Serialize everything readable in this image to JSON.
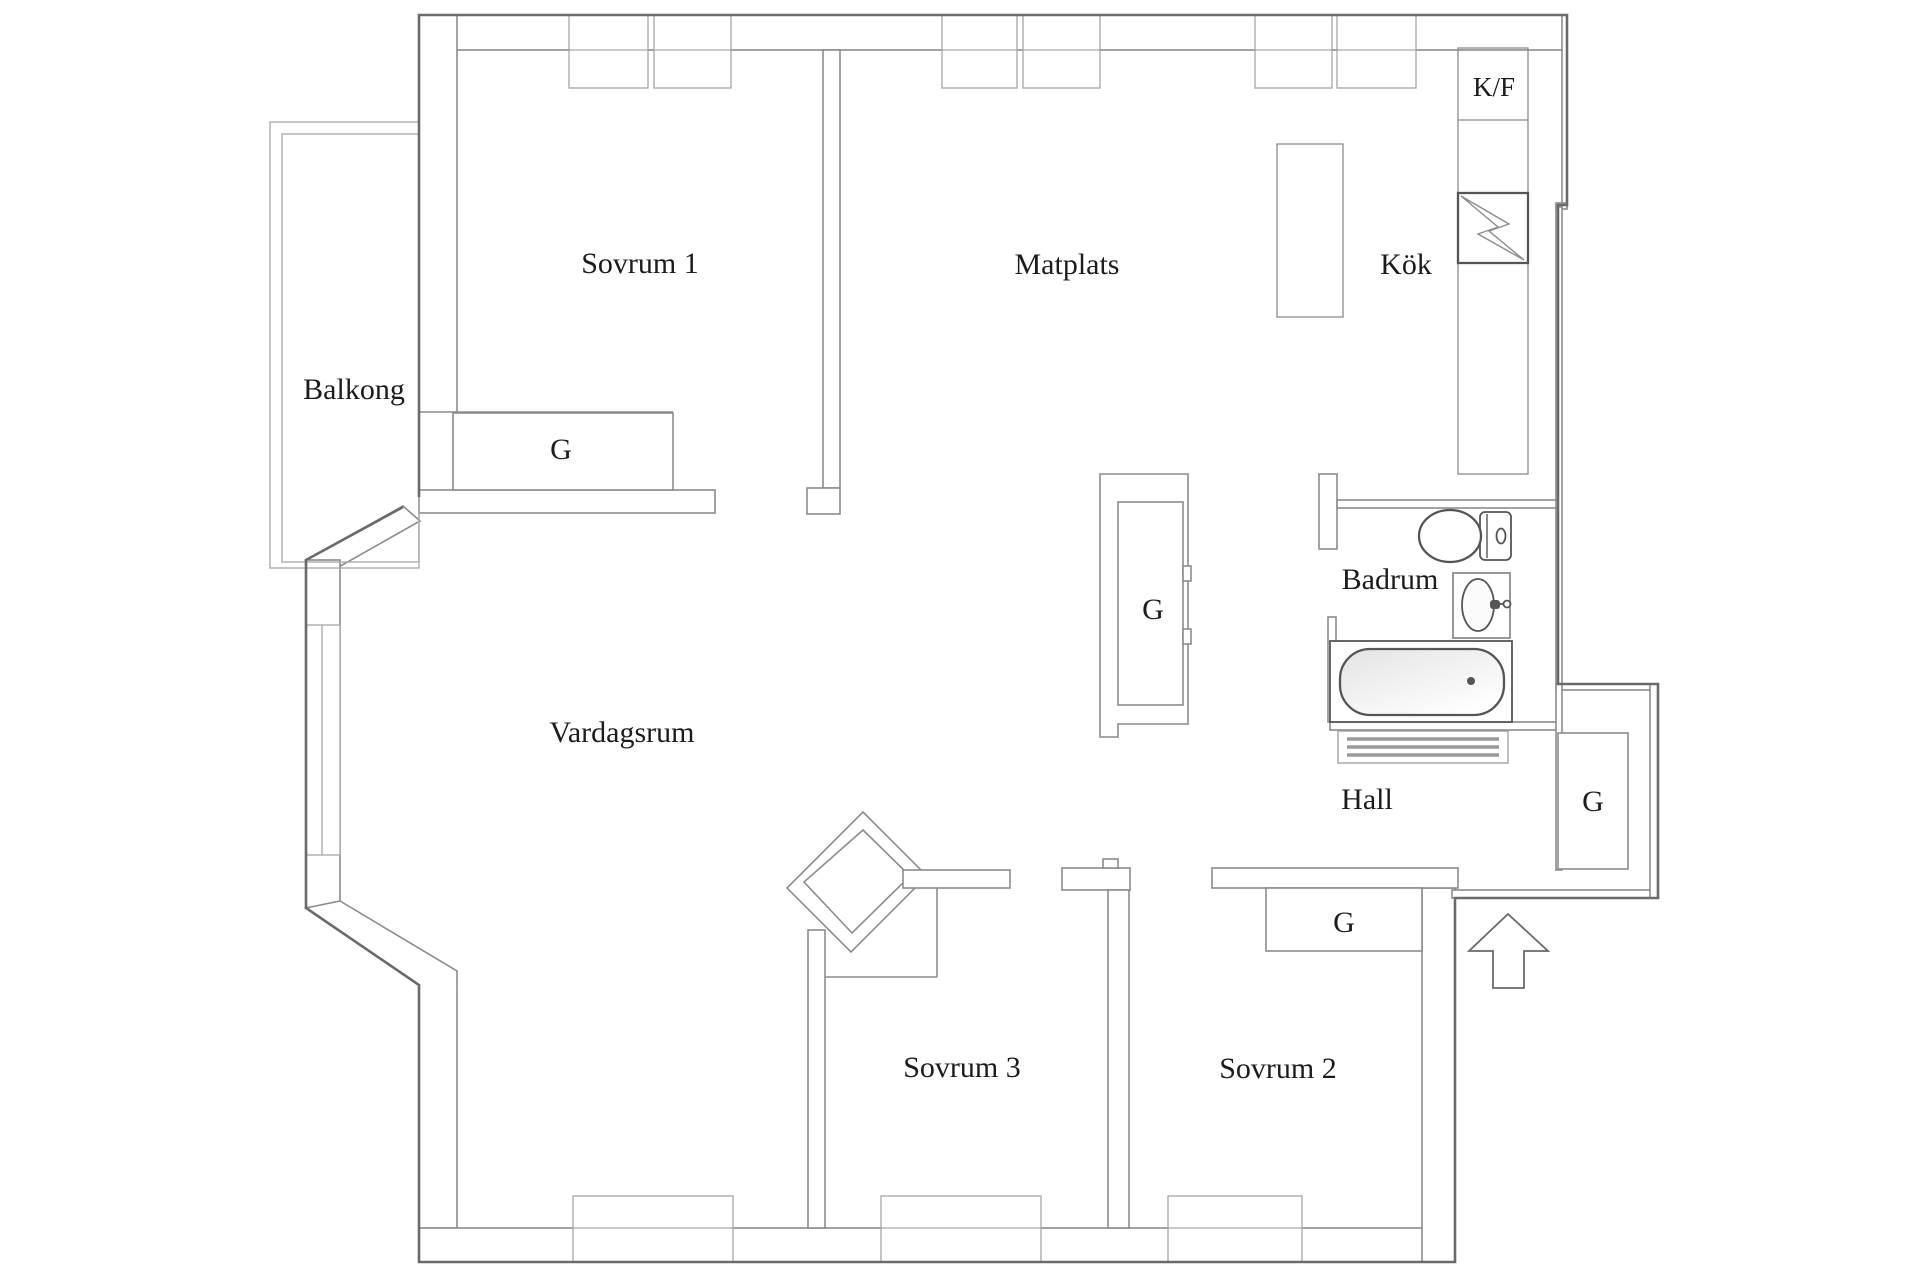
{
  "rooms": [
    {
      "id": "balkong",
      "label": "Balkong"
    },
    {
      "id": "sovrum-1",
      "label": "Sovrum 1"
    },
    {
      "id": "matplats",
      "label": "Matplats"
    },
    {
      "id": "kok",
      "label": "Kök"
    },
    {
      "id": "vardagsrum",
      "label": "Vardagsrum"
    },
    {
      "id": "badrum",
      "label": "Badrum"
    },
    {
      "id": "hall",
      "label": "Hall"
    },
    {
      "id": "sovrum-3",
      "label": "Sovrum 3"
    },
    {
      "id": "sovrum-2",
      "label": "Sovrum 2"
    }
  ],
  "closets": [
    {
      "id": "closet-sovrum-1",
      "label": "G"
    },
    {
      "id": "closet-vardagsrum",
      "label": "G"
    },
    {
      "id": "closet-hall",
      "label": "G"
    },
    {
      "id": "closet-sovrum-2",
      "label": "G"
    }
  ],
  "appliances": {
    "fridge_freezer_label": "K/F"
  },
  "fixtures": [
    "toilet-icon",
    "sink-icon",
    "bathtub-icon",
    "radiator-icon",
    "stove-icon",
    "fridge-freezer",
    "kitchen-island",
    "wardrobe",
    "entry-arrow-icon",
    "window",
    "balcony-railing"
  ],
  "colors": {
    "background": "#ffffff",
    "wall_line": "#8c8c8c",
    "outer_line": "#6a6a6a",
    "thin_line": "#a6a6a6",
    "fixture_line": "#555555",
    "radiator_line": "#9a9a9a",
    "text": "#1c1c1c",
    "tub_shade": "#e3e3e3"
  }
}
